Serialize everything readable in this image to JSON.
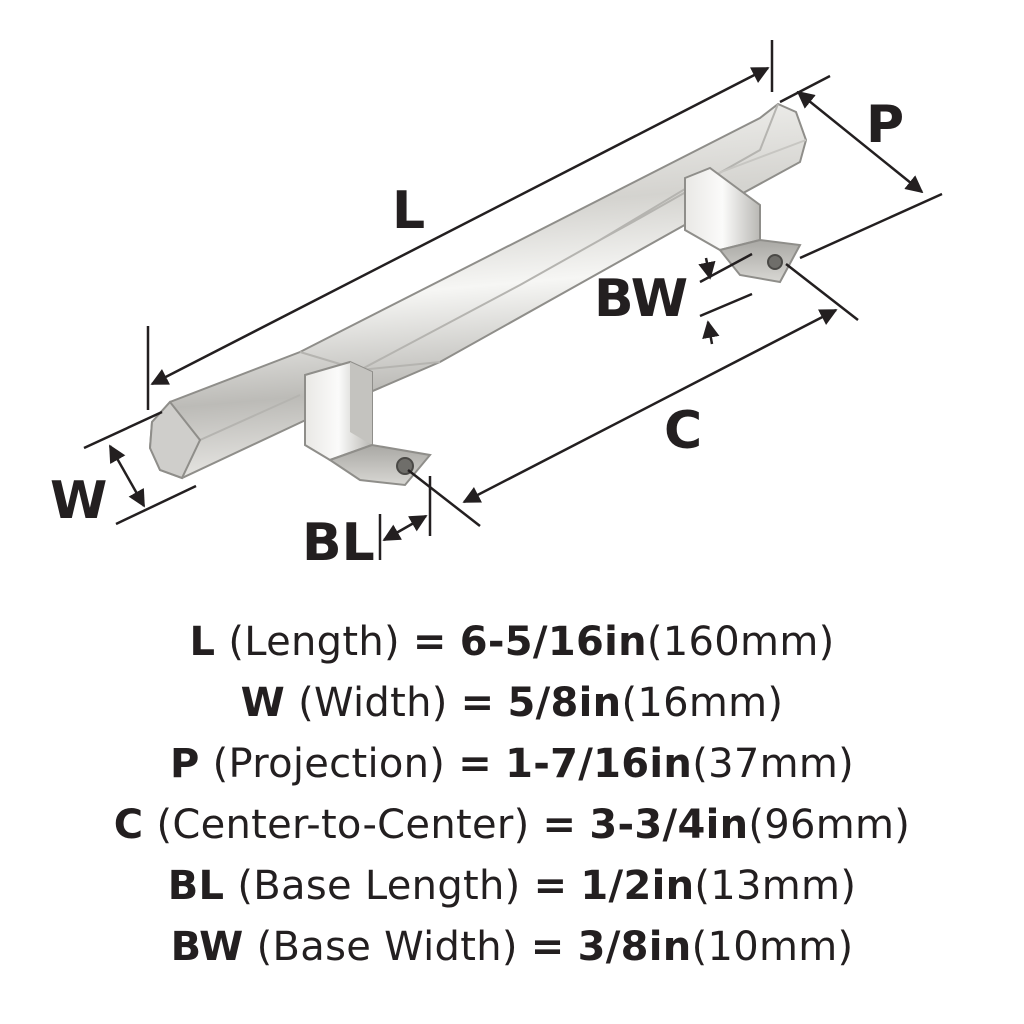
{
  "dimension_labels": {
    "length": "L",
    "width": "W",
    "projection": "P",
    "center_to_center": "C",
    "base_length": "BL",
    "base_width": "BW"
  },
  "specs": [
    {
      "code": "L",
      "name": "(Length)",
      "eq": "=",
      "imperial": "6-5/16in",
      "metric": "(160mm)"
    },
    {
      "code": "W",
      "name": "(Width)",
      "eq": "=",
      "imperial": "5/8in",
      "metric": "(16mm)"
    },
    {
      "code": "P",
      "name": "(Projection)",
      "eq": "=",
      "imperial": "1-7/16in",
      "metric": "(37mm)"
    },
    {
      "code": "C",
      "name": "(Center-to-Center)",
      "eq": "=",
      "imperial": "3-3/4in",
      "metric": "(96mm)"
    },
    {
      "code": "BL",
      "name": "(Base Length)",
      "eq": "=",
      "imperial": "1/2in",
      "metric": "(13mm)"
    },
    {
      "code": "BW",
      "name": "(Base Width)",
      "eq": "=",
      "imperial": "3/8in",
      "metric": "(10mm)"
    }
  ],
  "colors": {
    "ink": "#231f20",
    "metal_light": "#f3f3f1",
    "metal_mid": "#d9d8d4",
    "metal_dark": "#9f9e9a"
  }
}
